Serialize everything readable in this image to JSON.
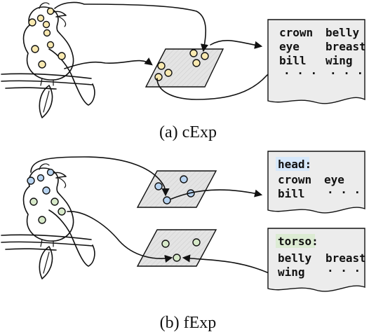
{
  "panel_a": {
    "caption": "(a) cExp",
    "words": [
      "crown",
      "belly",
      "eye",
      "breast",
      "bill",
      "wing",
      "· · ·",
      "· · ·"
    ]
  },
  "panel_b": {
    "caption": "(b) fExp",
    "head": {
      "label": "head:",
      "words": [
        "crown",
        "eye",
        "bill",
        "· · ·"
      ]
    },
    "torso": {
      "label": "torso:",
      "words": [
        "belly",
        "breast",
        "wing",
        "· · ·"
      ]
    }
  },
  "colors": {
    "dot_yellow": "#f9e9b0",
    "dot_blue": "#b7d3f0",
    "dot_green": "#d7e9c9",
    "head_highlight": "#d6e8fb",
    "torso_highlight": "#dcebd3",
    "paper_fill": "#ececec"
  }
}
